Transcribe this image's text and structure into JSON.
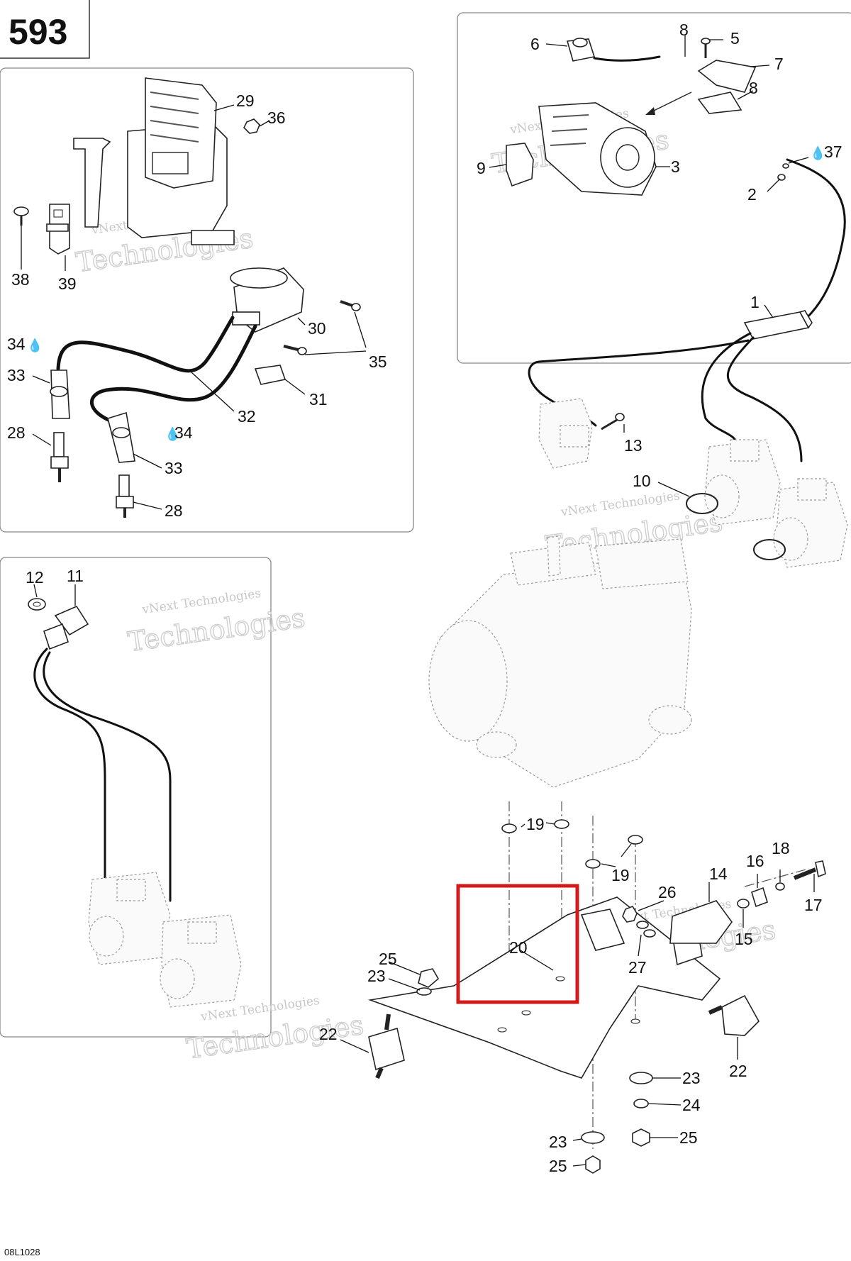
{
  "page_number": "593",
  "figure_ref": "08L1028",
  "watermark": {
    "line1": "vNext Technologies",
    "line2": "Technologies"
  },
  "highlight_color": "#d21a1a",
  "callouts": {
    "c1": "1",
    "c2": "2",
    "c3": "3",
    "c5": "5",
    "c6": "6",
    "c7": "7",
    "c8a": "8",
    "c8b": "8",
    "c9": "9",
    "c10": "10",
    "c11": "11",
    "c12": "12",
    "c13": "13",
    "c14": "14",
    "c15": "15",
    "c16": "16",
    "c17": "17",
    "c18": "18",
    "c19a": "19",
    "c19b": "19",
    "c20": "20",
    "c22a": "22",
    "c22b": "22",
    "c23a": "23",
    "c23b": "23",
    "c23c": "23",
    "c24": "24",
    "c25a": "25",
    "c25b": "25",
    "c25c": "25",
    "c26": "26",
    "c27": "27",
    "c28a": "28",
    "c28b": "28",
    "c29": "29",
    "c30": "30",
    "c31": "31",
    "c32": "32",
    "c33a": "33",
    "c33b": "33",
    "c34a": "34",
    "c34b": "34",
    "c35": "35",
    "c36": "36",
    "c37": "37",
    "c38": "38",
    "c39": "39"
  },
  "icons": {
    "lubricant": "lubricant-drop-icon"
  }
}
